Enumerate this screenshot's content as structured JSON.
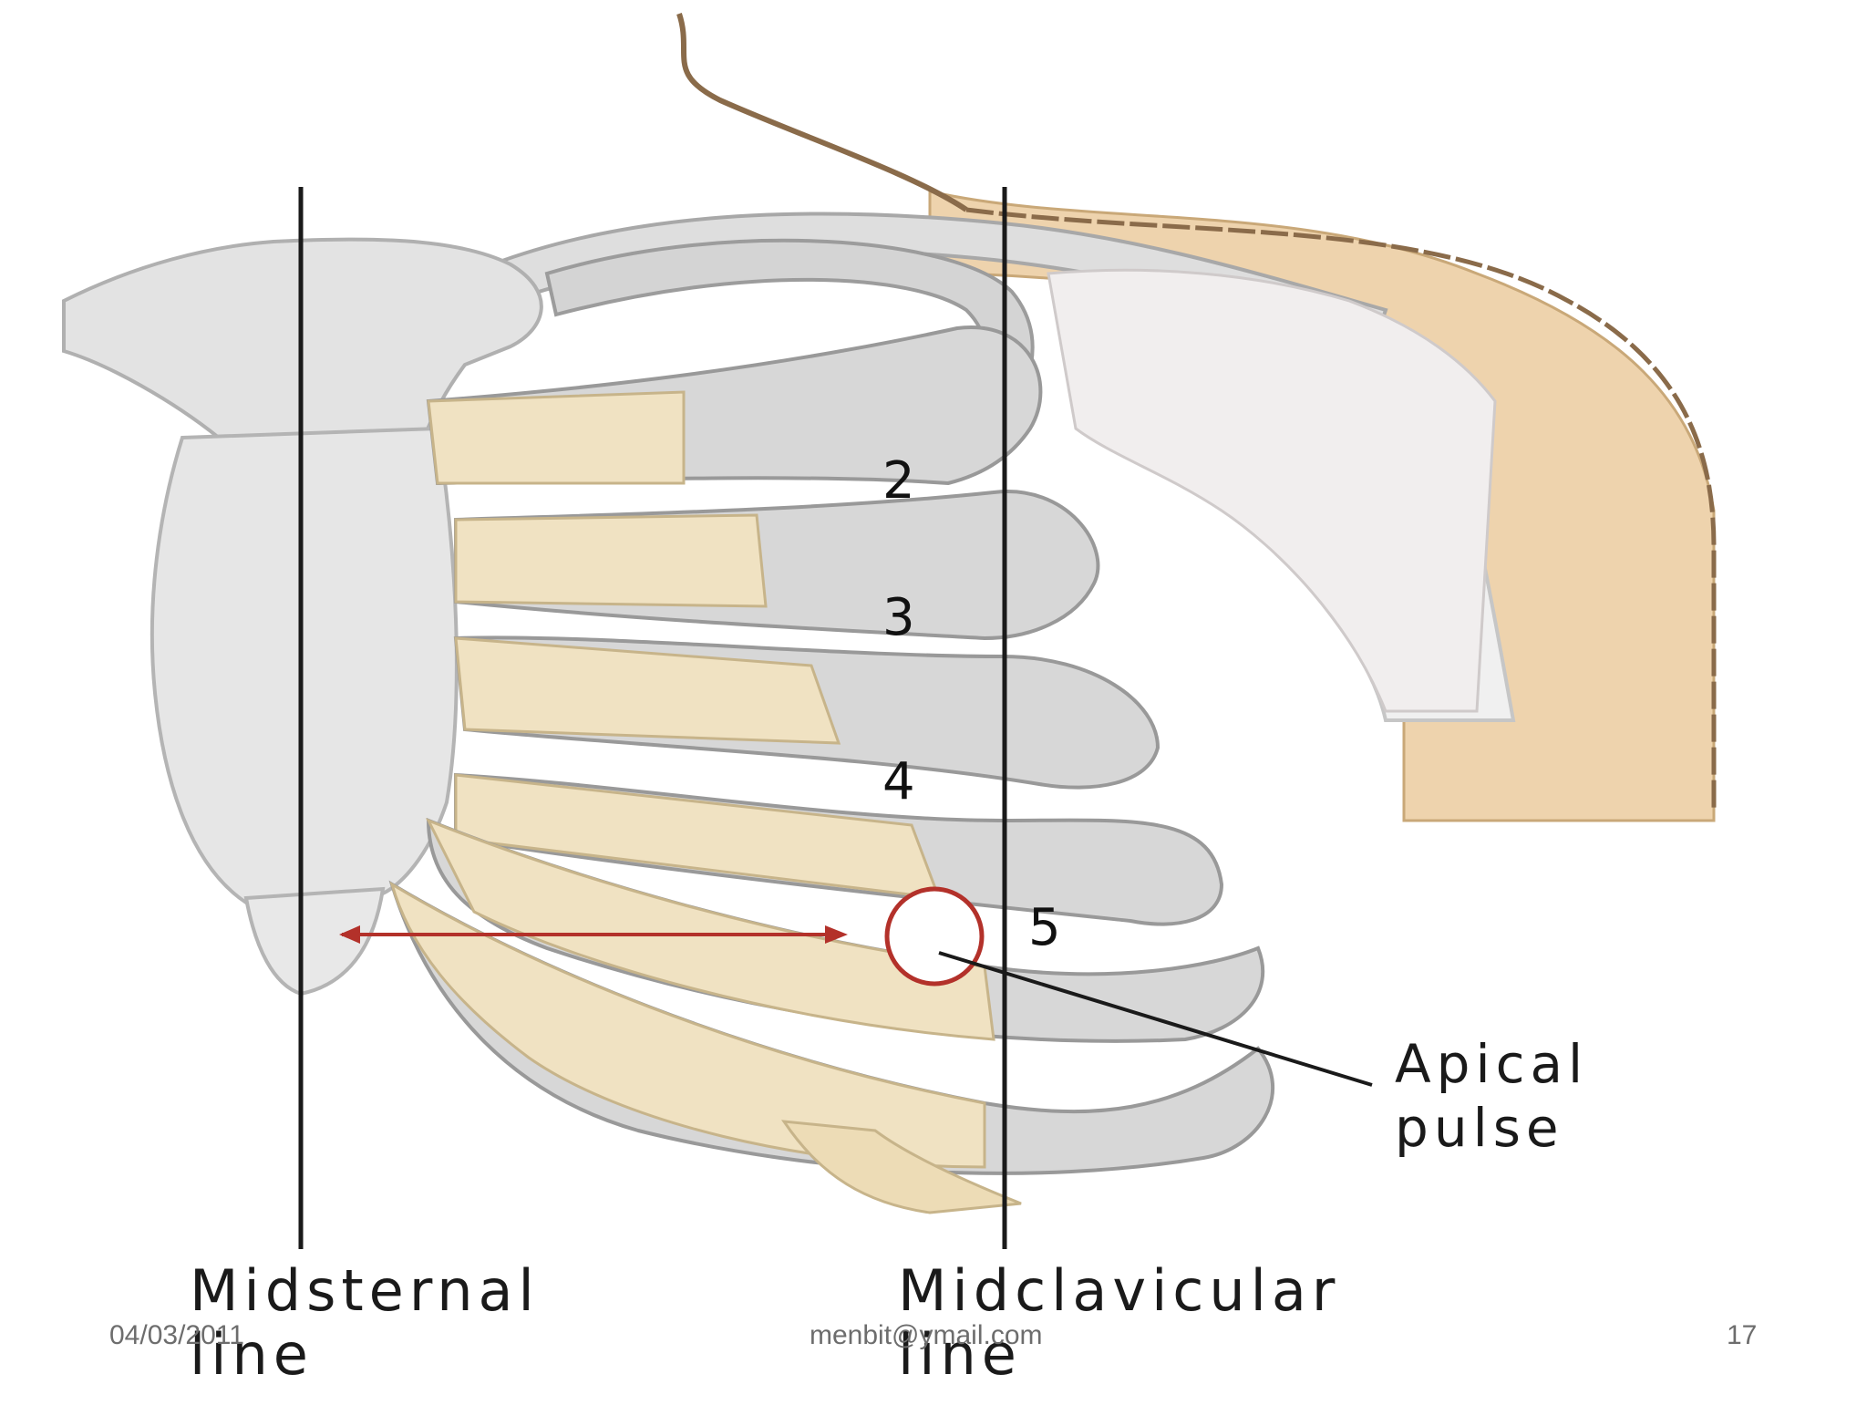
{
  "diagram": {
    "rib_numbers": [
      "2",
      "3",
      "4",
      "5"
    ],
    "labels": {
      "apical": [
        "Apical",
        "pulse"
      ],
      "midsternal": [
        "Midsternal",
        "line"
      ],
      "midclavicular": [
        "Midclavicular",
        "line"
      ]
    }
  },
  "footer": {
    "date": "04/03/2011",
    "email": "menbit@ymail.com",
    "page": "17"
  },
  "colors": {
    "bone": "#dcdcdc",
    "bone_shadow": "#a9a9a9",
    "cartilage": "#efe0bf",
    "skin": "#e8c9a0",
    "marker": "#c0392b",
    "line": "#1a1a1a"
  }
}
